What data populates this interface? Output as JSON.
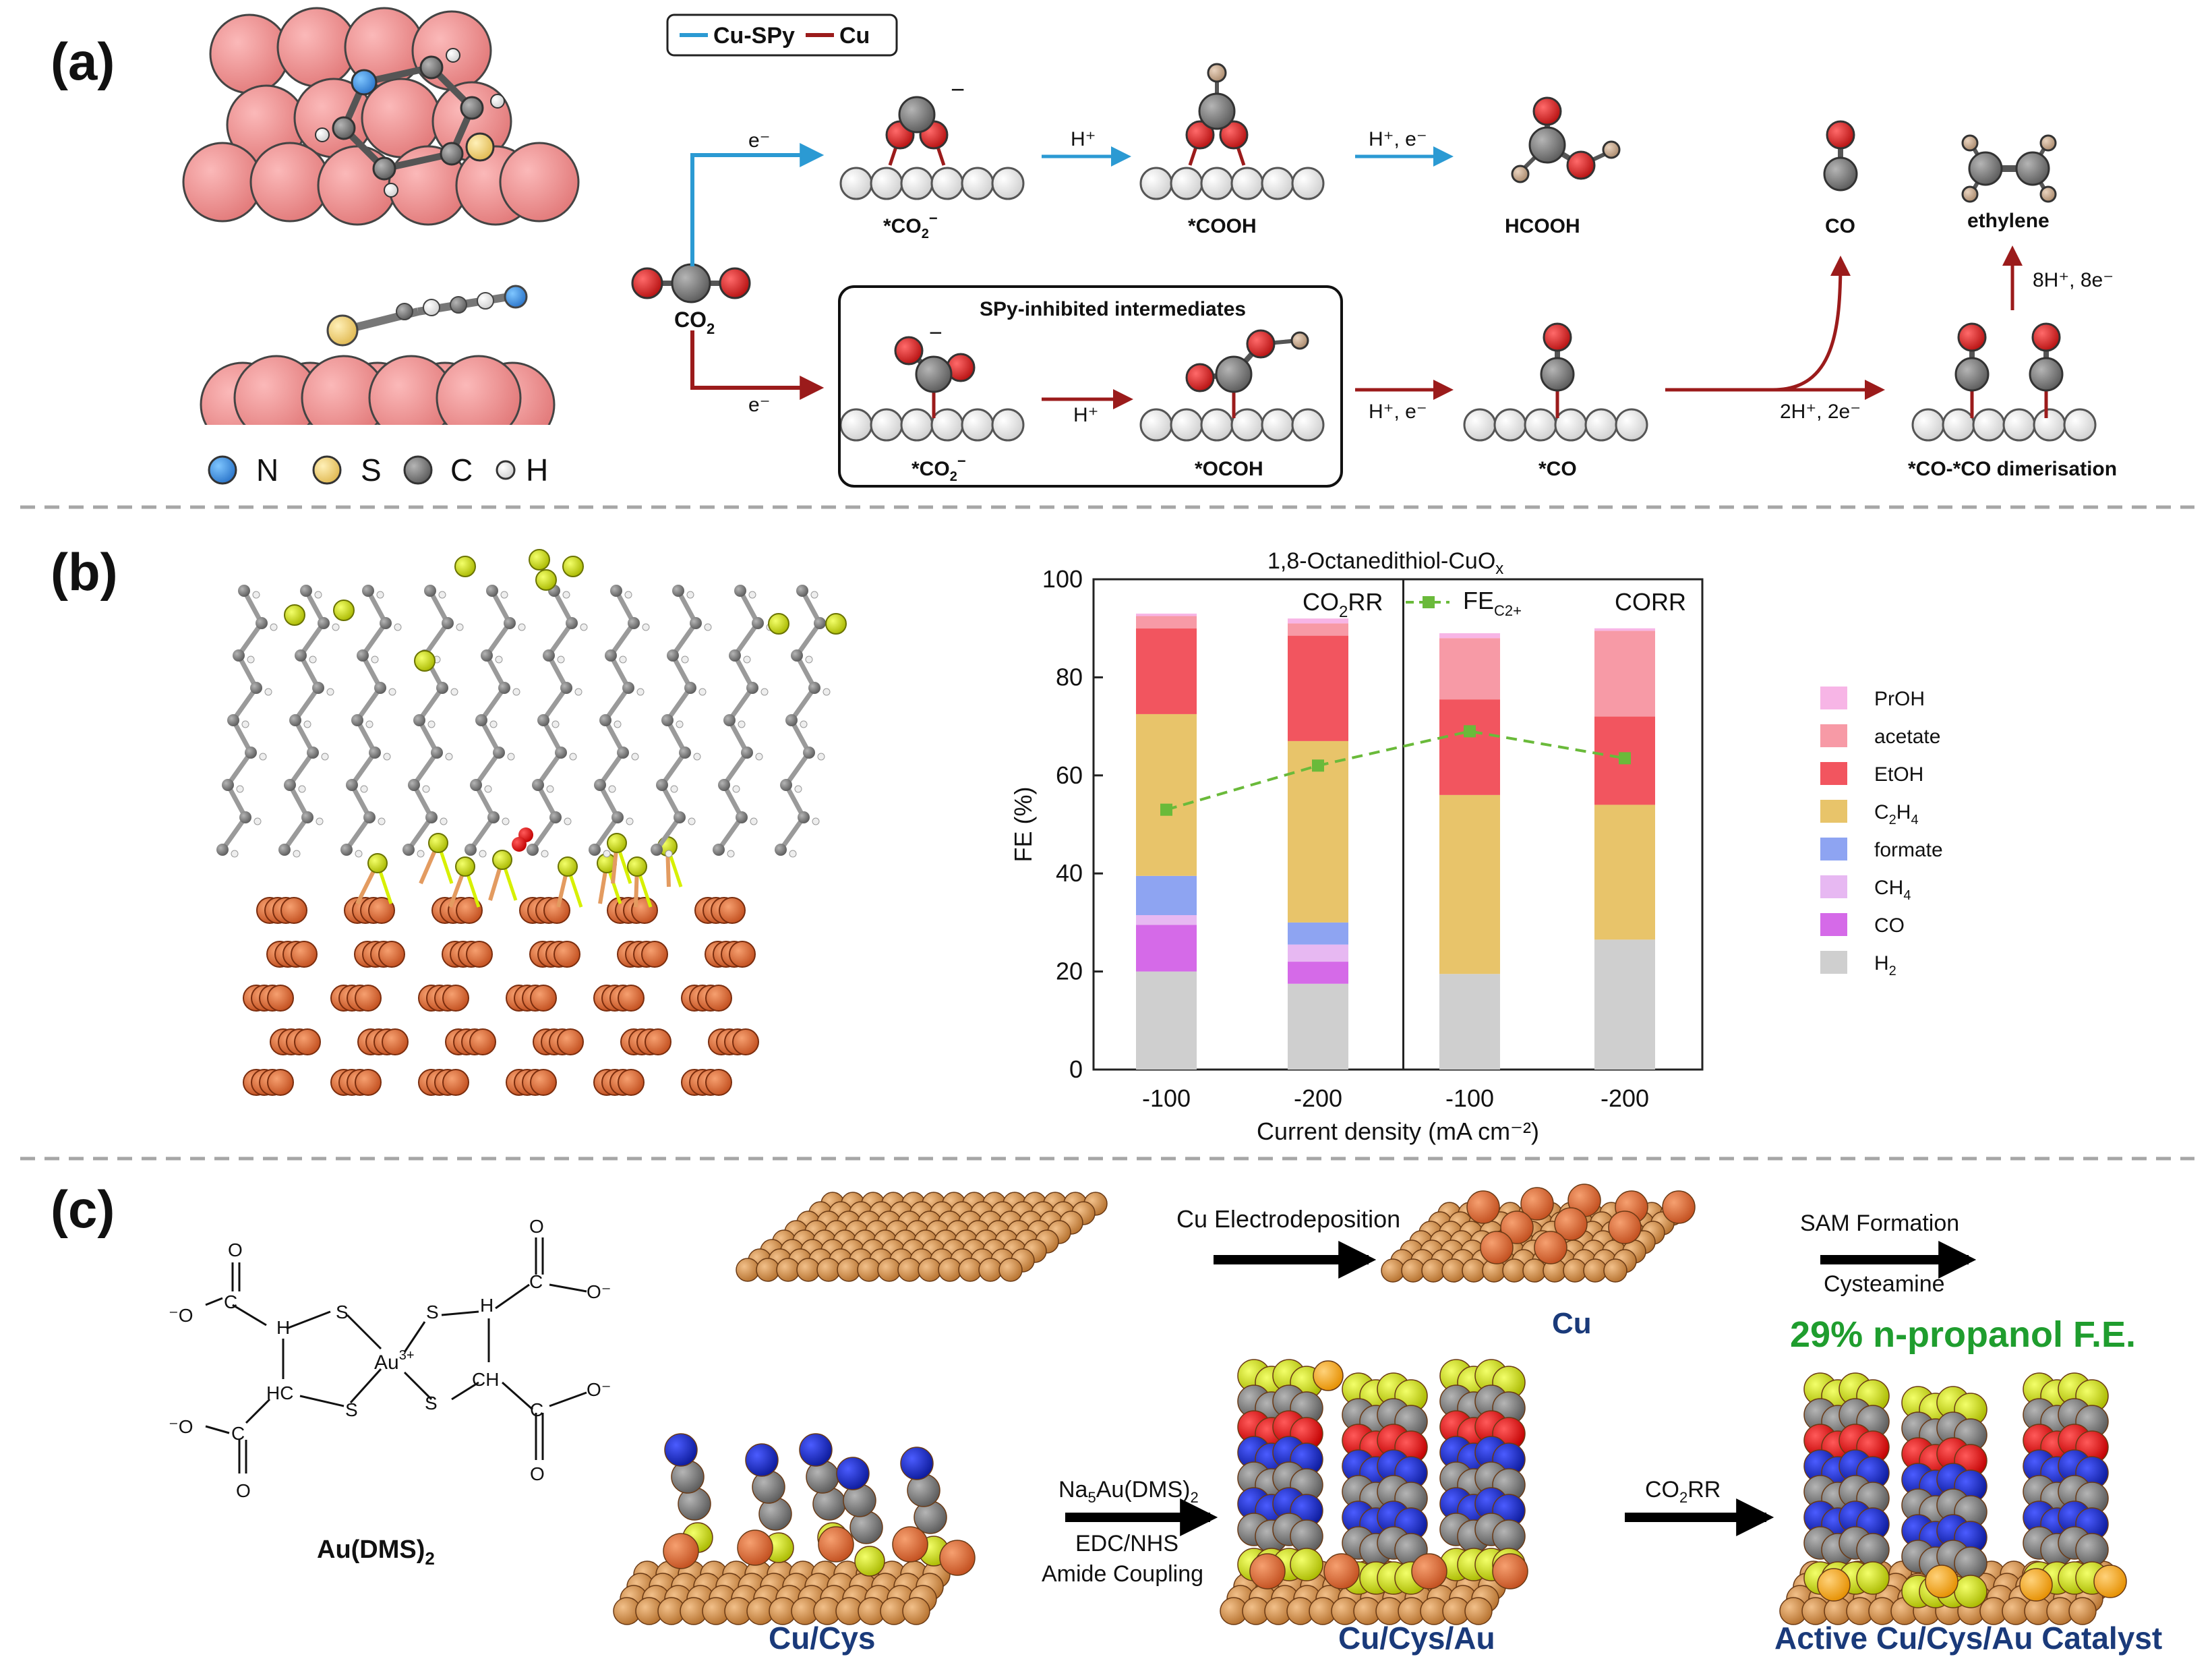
{
  "panel_a": {
    "label": "(a)",
    "legend": {
      "cu_spy": "Cu-SPy",
      "cu": "Cu",
      "cu_spy_color": "#2b9ad3",
      "cu_color": "#9b1b1b"
    },
    "atom_legend": {
      "n": "N",
      "s": "S",
      "c": "C",
      "h": "H"
    },
    "co2": "CO",
    "co2_sub": "2",
    "e_minus": "e⁻",
    "h_plus": "H⁺",
    "h_plus_e": "H⁺, e⁻",
    "two_h_e": "2H⁺, 2e⁻",
    "eight_h_e": "8H⁺, 8e⁻",
    "species": {
      "co2_ads": "*CO",
      "co2_ads_sub": "2",
      "co2_ads_sup": "−",
      "cooh": "*COOH",
      "hcooh": "HCOOH",
      "co": "CO",
      "ethylene": "ethylene",
      "ocoh": "*OCOH",
      "co_ads": "*CO",
      "dimer": "*CO-*CO dimerisation"
    },
    "inhibited_box": "SPy-inhibited intermediates"
  },
  "panel_b": {
    "label": "(b)",
    "chart_title": "1,8-Octanedithiol-CuO",
    "chart_title_sub": "x",
    "section_left": "CO",
    "section_left_sub": "2",
    "section_left_tail": "RR",
    "section_right": "CORR",
    "fe_legend": "FE",
    "fe_legend_sub": "C2+",
    "legend_items": [
      {
        "name": "PrOH",
        "color": "#f7b5e6"
      },
      {
        "name": "acetate",
        "color": "#f79aa6"
      },
      {
        "name": "EtOH",
        "color": "#f2555f"
      },
      {
        "name": "C2H4",
        "color": "#e8c46a"
      },
      {
        "name": "formate",
        "color": "#8ea4f2"
      },
      {
        "name": "CH4",
        "color": "#e7b8f2"
      },
      {
        "name": "CO",
        "color": "#d56ae8"
      },
      {
        "name": "H2",
        "color": "#cfcfcf"
      }
    ]
  },
  "chart_data": {
    "type": "bar",
    "title": "1,8-Octanedithiol-CuOx",
    "xlabel": "Current density (mA cm⁻²)",
    "ylabel": "FE (%)",
    "ylim": [
      0,
      100
    ],
    "yticks": [
      0,
      20,
      40,
      60,
      80,
      100
    ],
    "categories": [
      "-100",
      "-200",
      "-100",
      "-200"
    ],
    "groups": [
      "CO2RR",
      "CO2RR",
      "CORR",
      "CORR"
    ],
    "series": [
      {
        "name": "H2",
        "values": [
          20,
          17.5,
          19.5,
          26.5
        ]
      },
      {
        "name": "CO",
        "values": [
          9.5,
          4.5,
          0,
          0
        ]
      },
      {
        "name": "CH4",
        "values": [
          2,
          3.5,
          0,
          0
        ]
      },
      {
        "name": "formate",
        "values": [
          8,
          4.5,
          0,
          0
        ]
      },
      {
        "name": "C2H4",
        "values": [
          33,
          37,
          36.5,
          27.5
        ]
      },
      {
        "name": "EtOH",
        "values": [
          17.5,
          21.5,
          19.5,
          18
        ]
      },
      {
        "name": "acetate",
        "values": [
          2.5,
          2.5,
          12.5,
          17.5
        ]
      },
      {
        "name": "PrOH",
        "values": [
          0.5,
          1,
          1,
          0.5
        ]
      }
    ],
    "fe_c2plus": {
      "name": "FEC2+",
      "values": [
        53,
        62,
        69,
        63.5
      ],
      "color": "#6aba3a"
    }
  },
  "panel_c": {
    "label": "(c)",
    "molecule": "Au(DMS)",
    "molecule_sub": "2",
    "au_center": "Au",
    "au_sup": "3+",
    "atoms_s": "S",
    "atoms_c": "C",
    "atoms_h": "H",
    "atoms_hc": "HC",
    "atoms_ch": "CH",
    "atom_o": "O",
    "o_minus": "O⁻",
    "minus_o": "⁻O",
    "step1": "Cu Electrodeposition",
    "step2_top": "SAM Formation",
    "step2_bottom": "Cysteamine",
    "cu_label": "Cu",
    "result": "29% n-propanol F.E.",
    "na_reagent": "Na",
    "na_sub": "5",
    "na_tail": "Au(DMS)",
    "na_tail_sub": "2",
    "edc": "EDC/NHS",
    "amide": "Amide Coupling",
    "co2rr": "CO",
    "co2rr_sub": "2",
    "co2rr_tail": "RR",
    "cu_cys": "Cu/Cys",
    "cu_cys_au": "Cu/Cys/Au",
    "active": "Active Cu/Cys/Au Catalyst",
    "label_color": "#1a3a7a",
    "result_color": "#1f9d2e"
  }
}
